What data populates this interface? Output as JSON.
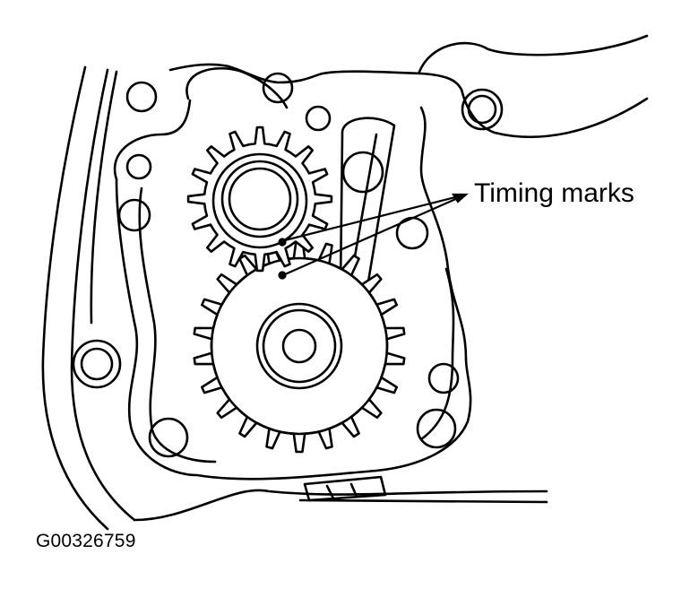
{
  "labels": {
    "callout": "Timing marks",
    "figure_id": "G00326759"
  },
  "colors": {
    "ink": "#000000",
    "paper": "#ffffff"
  },
  "gears": {
    "small_teeth": 16,
    "large_teeth": 22
  }
}
